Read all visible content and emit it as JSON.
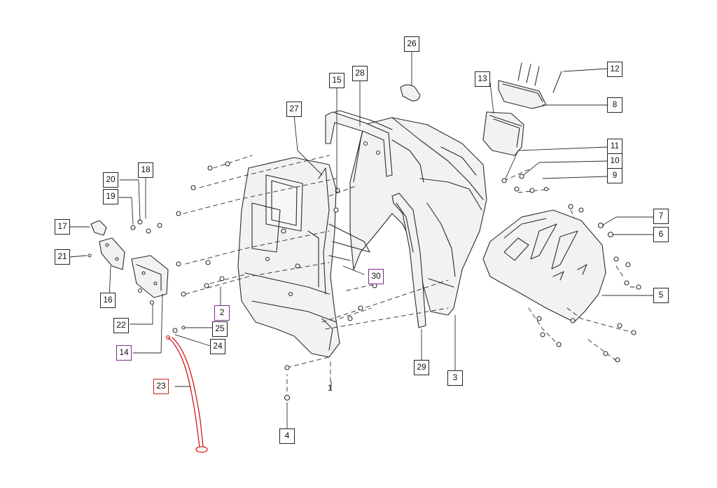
{
  "colors": {
    "line": "#2b2b2b",
    "part_fill": "#f2f2f2",
    "highlight_purple": "#7a2a8a",
    "highlight_red": "#d21b1b"
  },
  "callouts": {
    "c1": "1",
    "c2": "2",
    "c3": "3",
    "c4": "4",
    "c5": "5",
    "c6": "6",
    "c7": "7",
    "c8": "8",
    "c9": "9",
    "c10": "10",
    "c11": "11",
    "c12": "12",
    "c13": "13",
    "c14": "14",
    "c15": "15",
    "c16": "16",
    "c17": "17",
    "c18": "18",
    "c19": "19",
    "c20": "20",
    "c21": "21",
    "c22": "22",
    "c23": "23",
    "c24": "24",
    "c25": "25",
    "c26": "26",
    "c27": "27",
    "c28": "28",
    "c29": "29",
    "c30": "30"
  }
}
